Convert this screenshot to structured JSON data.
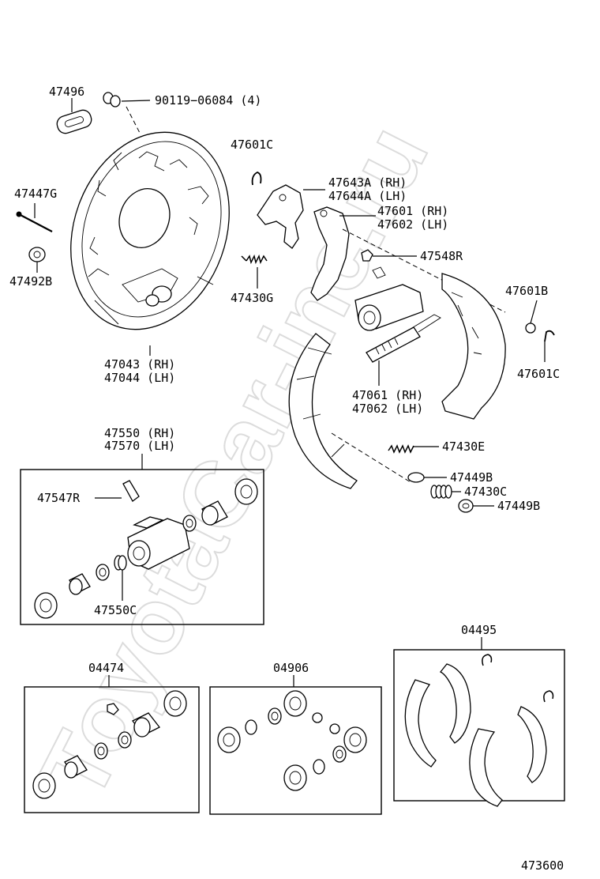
{
  "watermark": "ToyotaCar-inc.ru",
  "page_code": "473600",
  "callouts": {
    "p47496": "47496",
    "p90119": "90119−06084 (4)",
    "p47601c_top": "47601C",
    "p47643a": "47643A (RH)",
    "p47644a": "47644A (LH)",
    "p47447g": "47447G",
    "p47601": "47601 (RH)",
    "p47602": "47602 (LH)",
    "p47548r": "47548R",
    "p47492b": "47492B",
    "p47430g": "47430G",
    "p47601b": "47601B",
    "p47043": "47043 (RH)",
    "p47044": "47044 (LH)",
    "p47601c_right": "47601C",
    "p47061": "47061 (RH)",
    "p47062": "47062 (LH)",
    "p47550": "47550 (RH)",
    "p47570": "47570 (LH)",
    "p47430e": "47430E",
    "p47547r": "47547R",
    "p47449b_1": "47449B",
    "p47430c": "47430C",
    "p47449b_2": "47449B",
    "p47550c": "47550C"
  },
  "kits": {
    "k04495": "04495",
    "k04474": "04474",
    "k04906": "04906"
  }
}
